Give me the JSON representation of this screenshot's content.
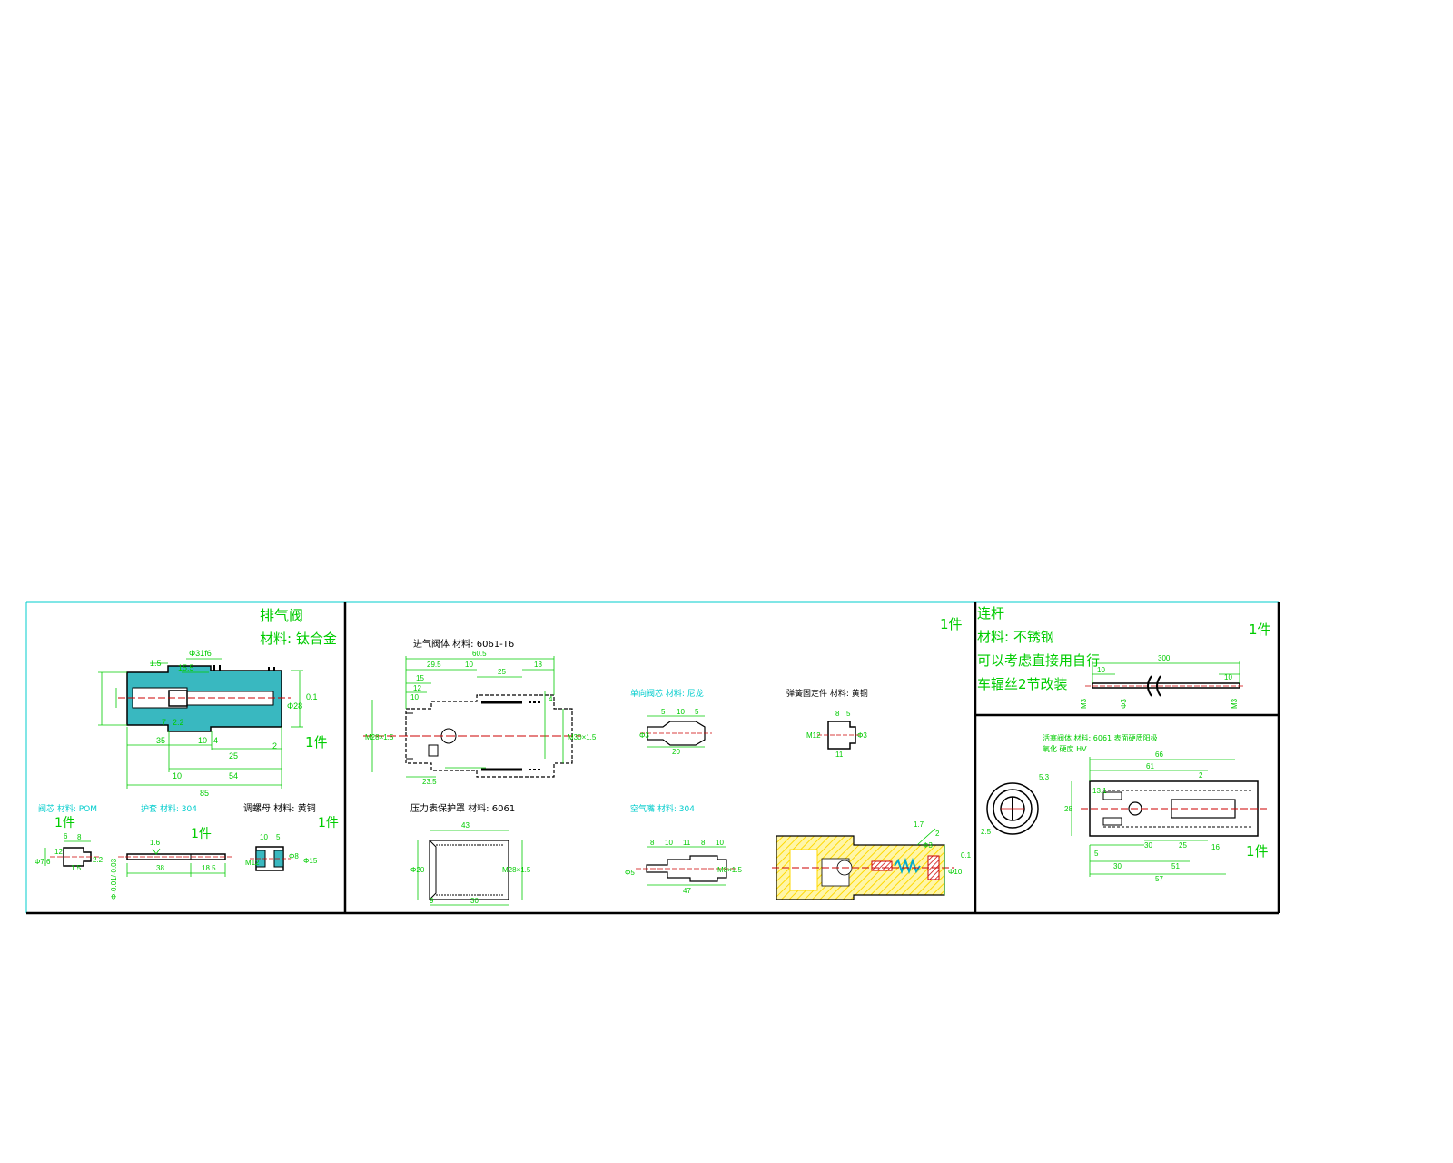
{
  "panels": {
    "exhaust_valve": {
      "title": "排气阀",
      "material": "材料: 钛合金",
      "qty": "1件",
      "dims": {
        "d31": "Φ31f6",
        "l15": "1.5",
        "l85": "85",
        "l54": "54",
        "l35": "35",
        "l25": "25",
        "l10a": "10",
        "l10b": "10",
        "l4": "4",
        "l155": "15.5",
        "l2": "2",
        "l7": "7",
        "l22": "2.2",
        "r01": "0.1",
        "d28": "Φ28"
      }
    },
    "small_parts": {
      "valve_core": {
        "label": "阀芯 材料: POM",
        "qty": "1件",
        "dims": [
          "8",
          "Φ7.6",
          "12",
          "2.2",
          "6",
          "1.5"
        ]
      },
      "pin": {
        "label": "护套 材料: 304",
        "qty": "1件",
        "dims": [
          "1.6",
          "38",
          "18.5",
          "Φ-0.01/-0.03"
        ]
      },
      "nut": {
        "label": "调螺母 材料: 黄铜",
        "qty": "1件",
        "dims": [
          "10",
          "5",
          "M12",
          "Φ8",
          "Φ15"
        ]
      }
    },
    "intake_valve_body": {
      "label": "进气阀体 材料: 6061-T6",
      "qty": "1件",
      "dims": [
        "60.5",
        "29.5",
        "10",
        "25",
        "18",
        "15",
        "12",
        "10",
        "23.5",
        "M28×1.5",
        "M30×1.5",
        "4"
      ]
    },
    "one_way_valve": {
      "label": "单向阀芯 材料: 尼龙",
      "dims": [
        "5",
        "10",
        "5",
        "Φ3",
        "20"
      ]
    },
    "spring_seat": {
      "label": "弹簧固定件 材料: 黄铜",
      "dims": [
        "8",
        "5",
        "M12",
        "Φ3",
        "11"
      ]
    },
    "gauge_cover": {
      "label": "压力表保护罩 材料: 6061",
      "dims": [
        "43",
        "Φ20",
        "M28×1.5",
        "9",
        "30"
      ]
    },
    "air_nozzle": {
      "label": "空气嘴 材料: 304",
      "dims": [
        "8",
        "10",
        "11",
        "8",
        "10",
        "M8×1.5",
        "Φ5",
        "47"
      ]
    },
    "assembly": {
      "dims": [
        "1.7",
        "2",
        "Φ3",
        "Φ10",
        "0.1"
      ]
    },
    "handle": {
      "title": "连杆",
      "material": "材料: 不锈钢",
      "note1": "可以考虑直接用自行",
      "note2": "车辐丝2节改装",
      "qty": "1件",
      "dims": [
        "300",
        "10",
        "10",
        "M3",
        "Φ3",
        "M3"
      ]
    },
    "piston": {
      "note": "活塞阀体 材料: 6061 表面硬质阳极",
      "note2": "氧化 硬度 HV",
      "qty": "1件",
      "dims": [
        "66",
        "61",
        "2",
        "13.1",
        "28",
        "30",
        "25",
        "16",
        "5",
        "30",
        "51",
        "57",
        "2.5",
        "5.3"
      ]
    }
  },
  "colors": {
    "frame": "#00cccc",
    "border": "#000000",
    "dimension": "#00cc00",
    "part": "#000000",
    "text": "#000000",
    "label": "#00cccc",
    "center": "#cc0000",
    "hatch": "#ffd800"
  }
}
